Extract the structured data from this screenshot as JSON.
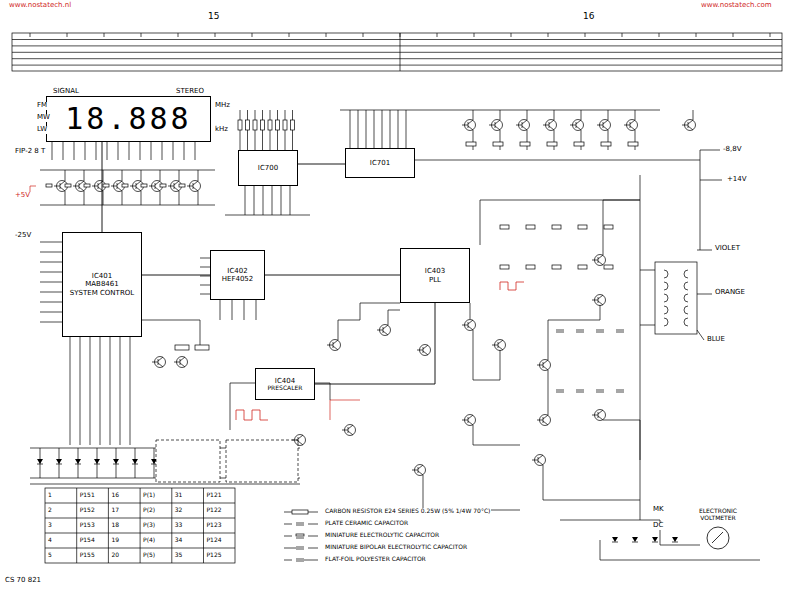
{
  "diagram": {
    "nodes": [
      {
        "text": [
          "18.888"
        ]
      },
      {
        "text": [
          "IC401",
          "MAB8461",
          "SYSTEM CONTROL"
        ]
      },
      {
        "text": [
          "IC402",
          "HEF4052"
        ]
      },
      {
        "text": [
          "IC700"
        ]
      },
      {
        "text": [
          "IC701"
        ]
      },
      {
        "text": [
          "IC403",
          "PLL"
        ]
      },
      {
        "text": [
          "IC404",
          "PRESCALER"
        ]
      },
      {
        "text": [
          "ELECTRONIC VOLTMETER"
        ]
      }
    ],
    "edges": [
      {
        "from": 1,
        "to": 0,
        "arrow": "none"
      },
      {
        "from": 1,
        "to": 2,
        "arrow": "none"
      },
      {
        "from": 2,
        "to": 5,
        "arrow": "none"
      },
      {
        "from": 6,
        "to": 5,
        "arrow": "none"
      },
      {
        "from": 3,
        "to": 4,
        "arrow": "none"
      }
    ],
    "labels": [
      "www.nostatech.nl",
      "15",
      "16",
      "www.nostatech.com",
      "SIGNAL",
      "STEREO",
      "FM",
      "MW",
      "LW",
      "MHz",
      "kHz",
      "FIP-2 8 T",
      "+5V",
      "-25V",
      "VIOLET",
      "ORANGE",
      "BLUE",
      "+14V",
      "-8,8V",
      "MK",
      "DC",
      "CS 70 821",
      "1",
      "P151",
      "16",
      "P(1)",
      "31",
      "P121",
      "2",
      "P152",
      "17",
      "P(2)",
      "32",
      "P122",
      "3",
      "P153",
      "18",
      "P(3)",
      "33",
      "P123",
      "4",
      "P154",
      "19",
      "P(4)",
      "34",
      "P124",
      "5",
      "P155",
      "20",
      "P(5)",
      "35",
      "P125"
    ],
    "legend": [
      {
        "text": "CARBON RESISTOR E24 SERIES 0.25W (5% 1/4W 70°C)"
      },
      {
        "text": "PLATE CERAMIC CAPACITOR"
      },
      {
        "text": "MINIATURE ELECTROLYTIC CAPACITOR"
      },
      {
        "text": "MINIATURE BIPOLAR ELECTROLYTIC CAPACITOR"
      },
      {
        "text": "FLAT-FOIL POLYESTER CAPACITOR"
      }
    ]
  }
}
